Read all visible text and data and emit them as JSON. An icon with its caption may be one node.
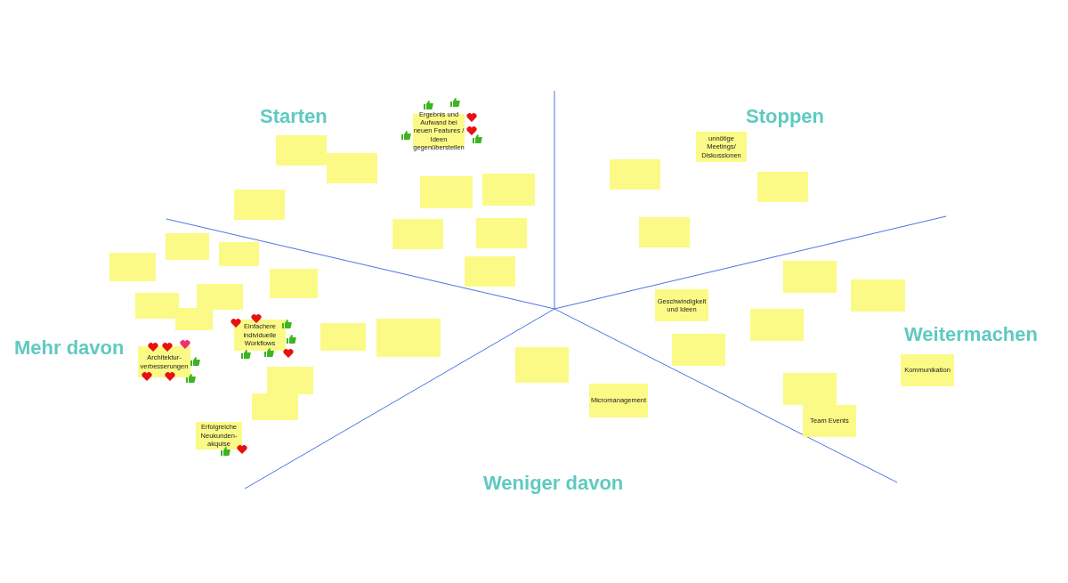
{
  "diagram": {
    "nodes": [
      {
        "text": [
          "Ergebnis und Aufwand bei neuen Features / Ideen gegenüberstellen"
        ]
      },
      {
        "text": [],
        "shape": "box"
      },
      {
        "text": [],
        "shape": "box"
      },
      {
        "text": [],
        "shape": "box"
      },
      {
        "text": [],
        "shape": "box"
      },
      {
        "text": [],
        "shape": "box"
      },
      {
        "text": [],
        "shape": "box"
      },
      {
        "text": [],
        "shape": "box"
      },
      {
        "text": [],
        "shape": "box"
      },
      {
        "text": [
          "unnötige Meetings/ Diskussionen"
        ]
      },
      {
        "text": [],
        "shape": "box"
      },
      {
        "text": [],
        "shape": "box"
      },
      {
        "text": [],
        "shape": "box"
      },
      {
        "text": [],
        "shape": "box"
      },
      {
        "text": [],
        "shape": "box"
      },
      {
        "text": [],
        "shape": "box"
      },
      {
        "text": [],
        "shape": "box"
      },
      {
        "text": [],
        "shape": "box"
      },
      {
        "text": [],
        "shape": "box"
      },
      {
        "text": [],
        "shape": "box"
      },
      {
        "text": [
          "Einfachere individuelle Workflows"
        ]
      },
      {
        "text": [],
        "shape": "box"
      },
      {
        "text": [],
        "shape": "box"
      },
      {
        "text": [
          "Architektur-verbesserungen"
        ]
      },
      {
        "text": [],
        "shape": "box"
      },
      {
        "text": [],
        "shape": "box"
      },
      {
        "text": [
          "Erfolgreiche Neukunden-akquise"
        ]
      },
      {
        "text": [],
        "shape": "box"
      },
      {
        "text": [],
        "shape": "box"
      },
      {
        "text": [
          "Geschwindigkeit und Ideen"
        ]
      },
      {
        "text": [],
        "shape": "box"
      },
      {
        "text": [],
        "shape": "box"
      },
      {
        "text": [
          "Kommunikation"
        ]
      },
      {
        "text": [],
        "shape": "box"
      },
      {
        "text": [
          "Team Events"
        ]
      },
      {
        "text": [],
        "shape": "box"
      },
      {
        "text": [
          "Micromanagement"
        ]
      }
    ],
    "labels": [
      "Starten",
      "Stoppen",
      "Mehr davon",
      "Weitermachen",
      "Weniger davon"
    ]
  }
}
